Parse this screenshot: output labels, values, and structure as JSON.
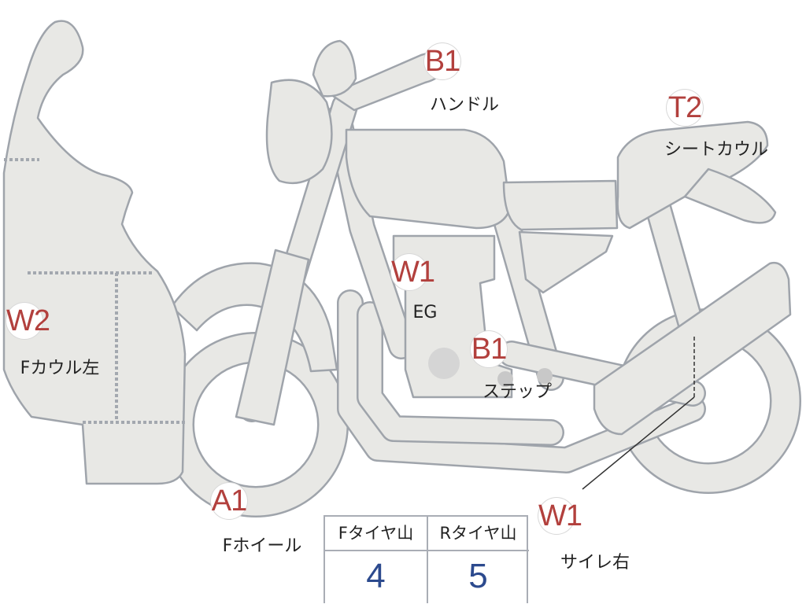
{
  "parts": [
    {
      "id": "handle",
      "code": "B1",
      "label": "ハンドル"
    },
    {
      "id": "seat-cowl",
      "code": "T2",
      "label": "シートカウル"
    },
    {
      "id": "engine",
      "code": "W1",
      "label": "EG"
    },
    {
      "id": "front-cowl-left",
      "code": "W2",
      "label": "Fカウル左"
    },
    {
      "id": "step",
      "code": "B1",
      "label": "ステップ"
    },
    {
      "id": "front-wheel",
      "code": "A1",
      "label": "Fホイール"
    },
    {
      "id": "muffler-right",
      "code": "W1",
      "label": "サイレ右"
    }
  ],
  "tire_table": {
    "front_header": "Fタイヤ山",
    "rear_header": "Rタイヤ山",
    "front_value": "4",
    "rear_value": "5"
  },
  "colors": {
    "code_text": "#b2403d",
    "value_text": "#2c4a8e",
    "outline": "#9fa4ab",
    "fill": "#e8e8e5"
  }
}
